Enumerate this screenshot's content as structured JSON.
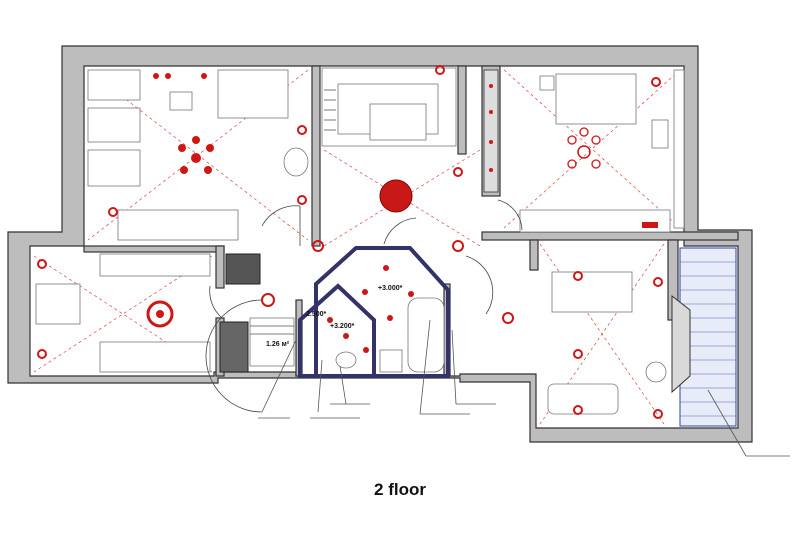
{
  "title": "2 floor",
  "labels": {
    "area": "1.26 м²",
    "level_a": "+3.000*",
    "level_b": "+3.200*",
    "level_c": "2.500*"
  },
  "colors": {
    "wall_fill": "#bdbdbd",
    "fixture_red": "#d01515",
    "outline_navy": "#33336a",
    "glass_blue": "#2f45a8"
  }
}
